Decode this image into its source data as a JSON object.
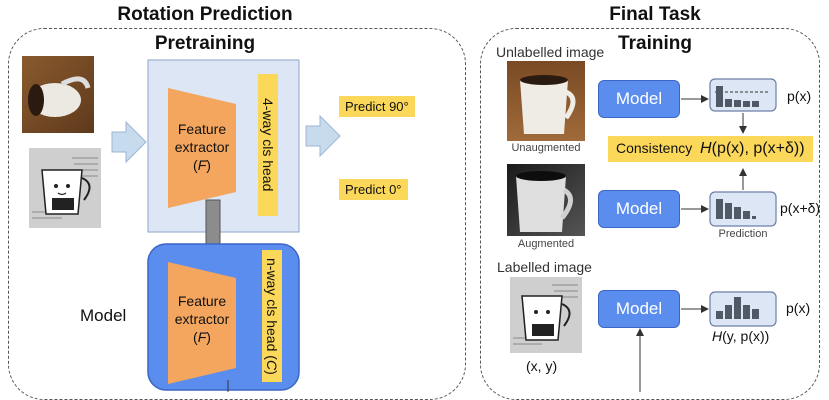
{
  "left": {
    "title": "Rotation Prediction",
    "subtitle": "Pretraining",
    "head_top": "4-way cls head",
    "head_bottom_prefix": "n-way cls head (",
    "head_bottom_var": "C",
    "head_bottom_suffix": ")",
    "extractor_line1": "Feature",
    "extractor_line2": "extractor",
    "extractor_var": "F",
    "predict_top": "Predict 90°",
    "predict_bottom": "Predict 0°",
    "model_label": "Model"
  },
  "right": {
    "title": "Final Task",
    "subtitle": "Training",
    "unlabelled": "Unlabelled image",
    "unaugmented": "Unaugmented",
    "augmented": "Augmented",
    "labelled": "Labelled image",
    "xy": "(x, y)",
    "model": "Model",
    "px": "p(x)",
    "pxd": "p(x+δ)",
    "prediction": "Prediction",
    "consistency_word": "Consistency",
    "consistency_H": "H",
    "consistency_args": "(p(x), p(x+δ))",
    "loss_H": "H",
    "loss_args": "(y, p(x))",
    "px2": "p(x)"
  }
}
